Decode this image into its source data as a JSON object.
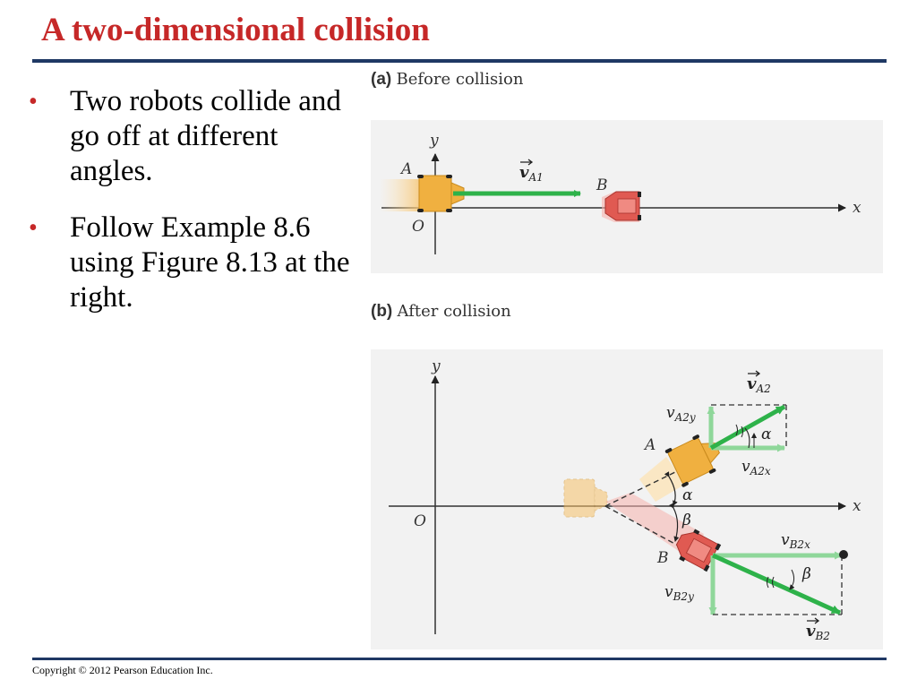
{
  "title": "A two-dimensional collision",
  "bullets": [
    "Two robots collide and go off at different angles.",
    "Follow Example 8.6 using Figure 8.13 at the right."
  ],
  "figure": {
    "panel_a": {
      "letter": "(a)",
      "caption": "Before collision",
      "labels": {
        "y": "y",
        "x": "x",
        "A": "A",
        "O": "O",
        "B": "B",
        "vA1": "v",
        "vA1_sub": "A1"
      }
    },
    "panel_b": {
      "letter": "(b)",
      "caption": "After collision",
      "labels": {
        "y": "y",
        "x": "x",
        "O": "O",
        "A": "A",
        "B": "B",
        "vA2": "v",
        "vA2_sub": "A2",
        "vA2y": "v",
        "vA2y_sub": "A2y",
        "vA2x": "v",
        "vA2x_sub": "A2x",
        "vB2x": "v",
        "vB2x_sub": "B2x",
        "vB2y": "v",
        "vB2y_sub": "B2y",
        "vB2": "v",
        "vB2_sub": "B2",
        "alpha": "α",
        "beta": "β"
      }
    }
  },
  "colors": {
    "title": "#c62828",
    "rule": "#1f3864",
    "bullet": "#c62828",
    "panel_bg": "#f2f2f2",
    "vector_green": "#2eb24a",
    "robot_a": "#f0b040",
    "robot_b": "#e05a52"
  },
  "footer": "Copyright © 2012 Pearson Education Inc."
}
